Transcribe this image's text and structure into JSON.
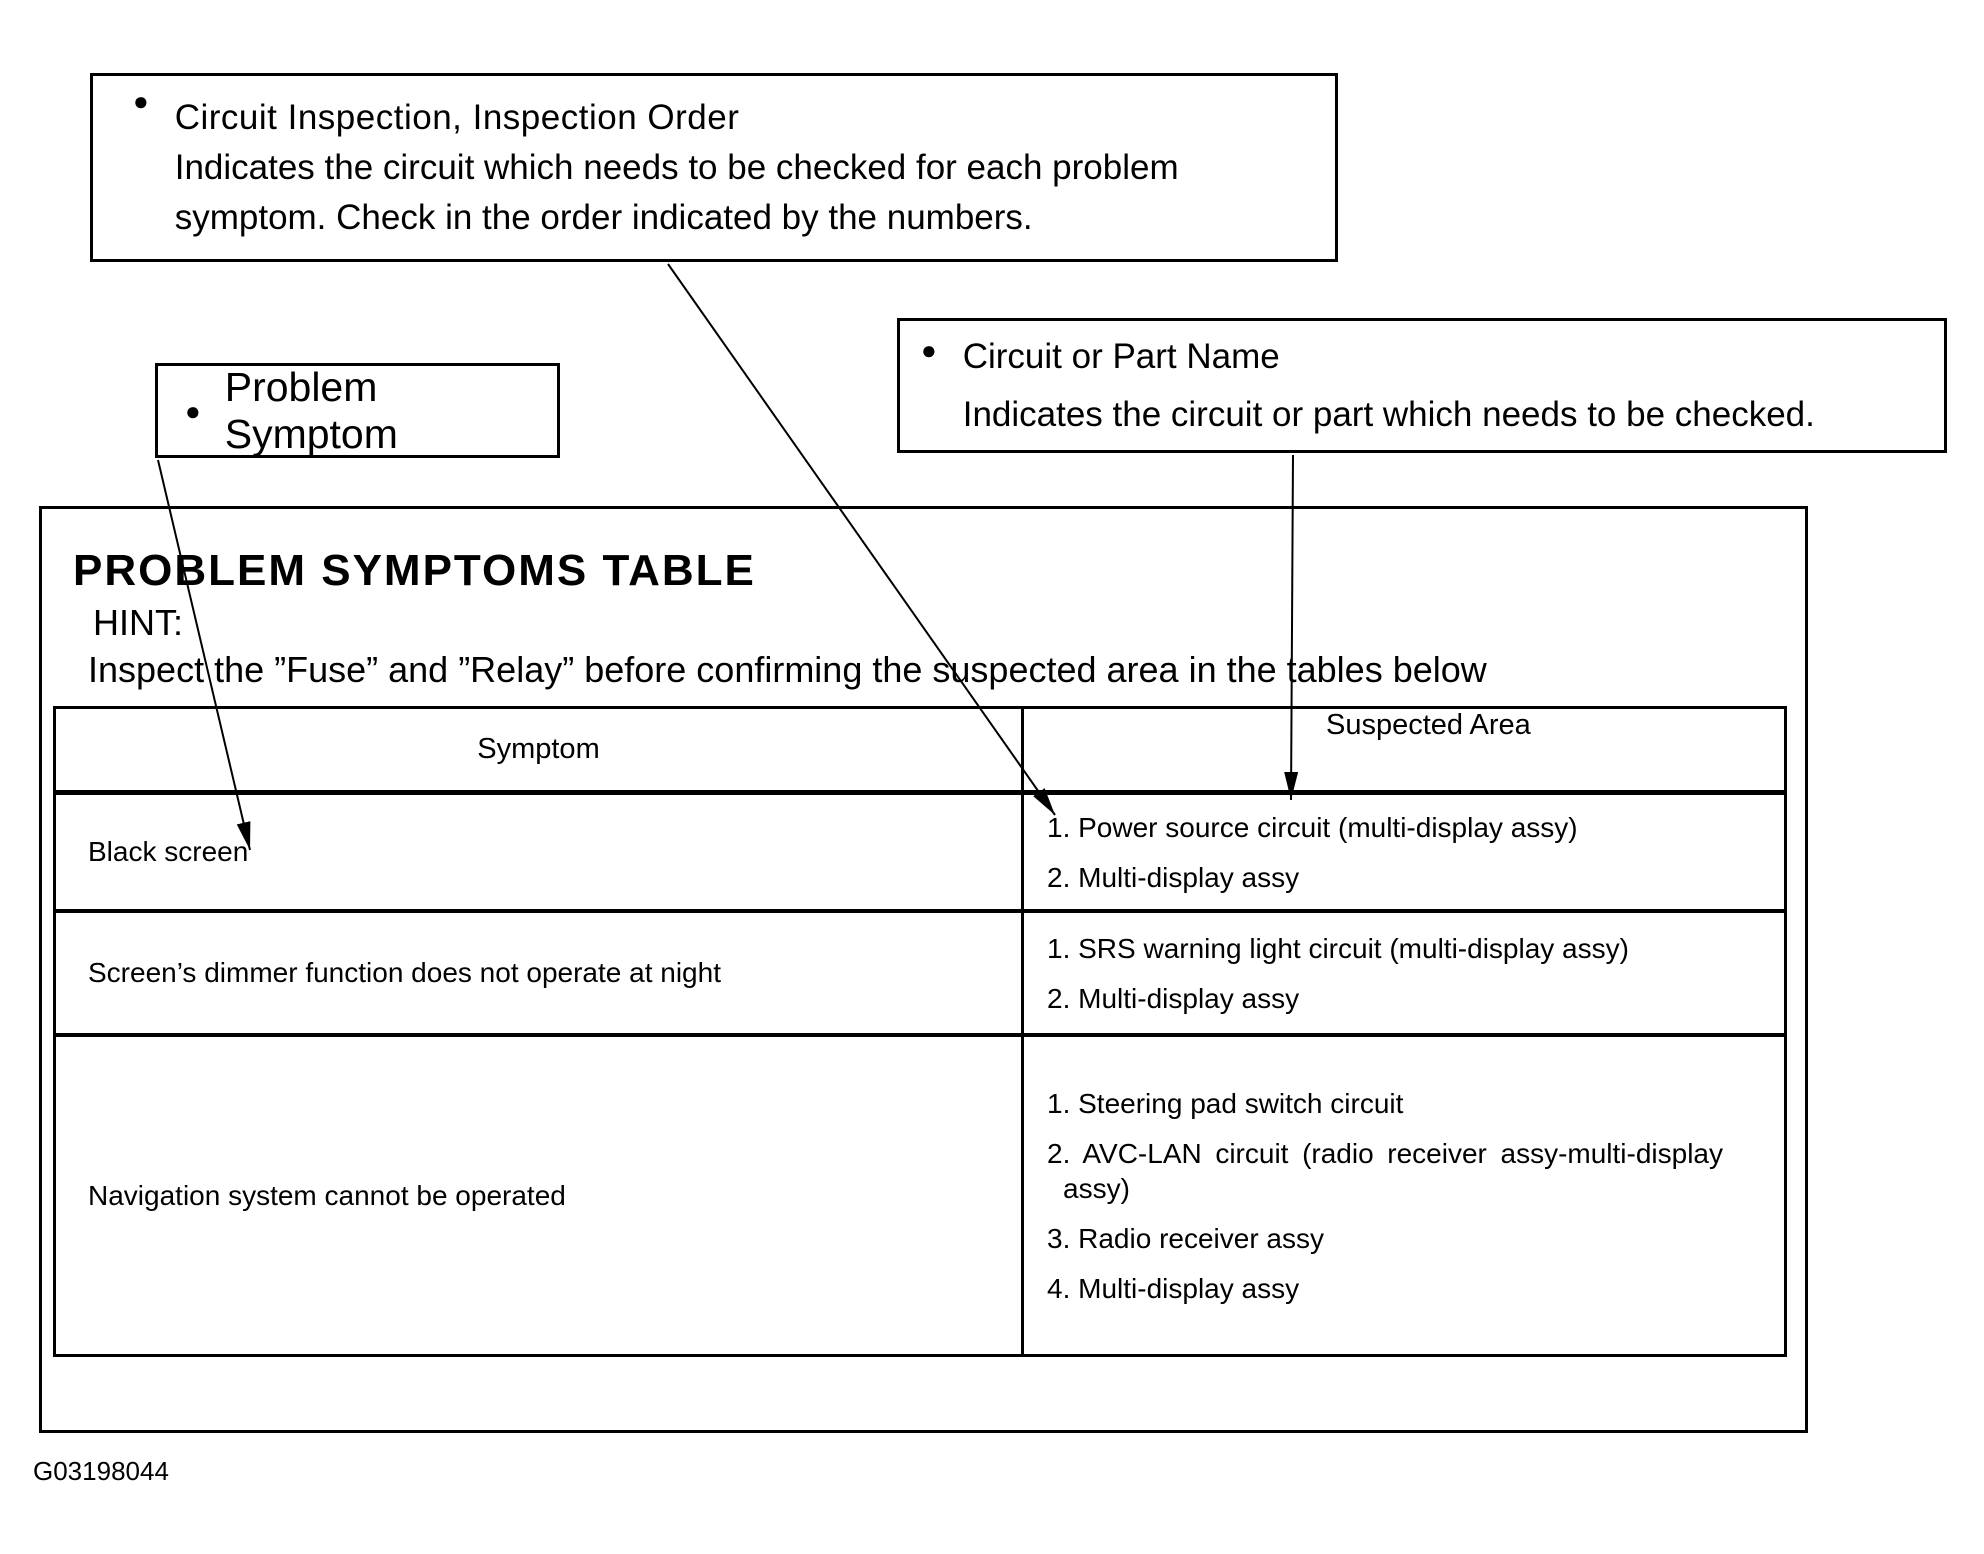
{
  "callouts": {
    "inspection_order": {
      "bullet": "●",
      "title": "Circuit Inspection, Inspection Order",
      "line2": "Indicates the circuit which needs to be checked for each problem",
      "line3": "symptom. Check in the order indicated by the numbers."
    },
    "problem_symptom": {
      "bullet": "●",
      "label": "Problem Symptom"
    },
    "circuit_part": {
      "bullet": "●",
      "title": "Circuit or Part Name",
      "line2": "Indicates the circuit or part which needs to be checked."
    }
  },
  "main": {
    "title": "PROBLEM SYMPTOMS TABLE",
    "hint_label": "HINT:",
    "hint_text": "Inspect the ”Fuse” and ”Relay” before confirming the suspected area in the tables below",
    "figure_code": "G03198044"
  },
  "table": {
    "headers": {
      "symptom": "Symptom",
      "suspected_area": "Suspected Area"
    },
    "rows": [
      {
        "symptom": "Black screen",
        "suspected": [
          "1. Power source circuit (multi-display assy)",
          "2. Multi-display assy"
        ]
      },
      {
        "symptom": "Screen’s dimmer function does not operate at night",
        "suspected": [
          "1. SRS warning light circuit (multi-display assy)",
          "2. Multi-display assy"
        ]
      },
      {
        "symptom": "Navigation system cannot be operated",
        "suspected": [
          "1. Steering pad switch circuit",
          "2. AVC-LAN circuit (radio receiver assy-multi-display assy)",
          "3. Radio receiver assy",
          "4. Multi-display assy"
        ]
      }
    ]
  }
}
